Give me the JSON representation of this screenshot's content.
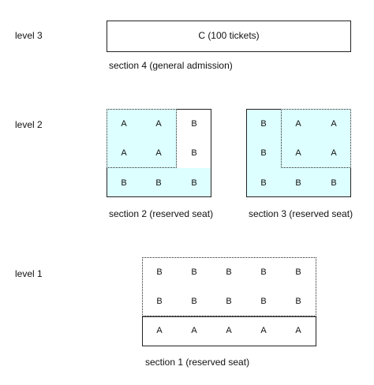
{
  "levels": {
    "level3": "level 3",
    "level2": "level 2",
    "level1": "level 1"
  },
  "section4": {
    "box_label": "C (100 tickets)",
    "caption": "section 4 (general admission)"
  },
  "section2": {
    "caption": "section 2 (reserved seat)",
    "rows": [
      [
        "A",
        "A",
        "B"
      ],
      [
        "A",
        "A",
        "B"
      ],
      [
        "B",
        "B",
        "B"
      ]
    ]
  },
  "section3": {
    "caption": "section 3 (reserved seat)",
    "rows": [
      [
        "B",
        "A",
        "A"
      ],
      [
        "B",
        "A",
        "A"
      ],
      [
        "B",
        "B",
        "B"
      ]
    ]
  },
  "section1": {
    "caption": "section 1 (reserved seat)",
    "rows": [
      [
        "B",
        "B",
        "B",
        "B",
        "B"
      ],
      [
        "B",
        "B",
        "B",
        "B",
        "B"
      ],
      [
        "A",
        "A",
        "A",
        "A",
        "A"
      ]
    ]
  },
  "colors": {
    "highlight_fill": "#ddffff",
    "border": "#222222"
  }
}
